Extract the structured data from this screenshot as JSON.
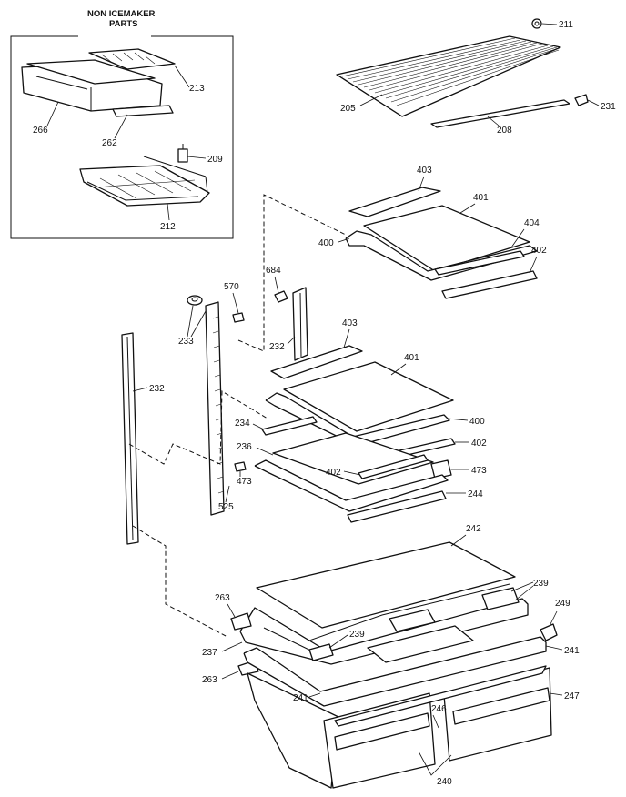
{
  "inset": {
    "title_line1": "NON ICEMAKER",
    "title_line2": "PARTS"
  },
  "labels": {
    "p211": "211",
    "p205": "205",
    "p208": "208",
    "p231": "231",
    "p213": "213",
    "p266": "266",
    "p262": "262",
    "p209": "209",
    "p212": "212",
    "p403a": "403",
    "p401a": "401",
    "p404": "404",
    "p400a": "400",
    "p402a": "402",
    "p684": "684",
    "p570": "570",
    "p233": "233",
    "p232a": "232",
    "p403b": "403",
    "p401b": "401",
    "p232b": "232",
    "p234": "234",
    "p400b": "400",
    "p236": "236",
    "p402b": "402",
    "p402c": "402",
    "p473a": "473",
    "p473b": "473",
    "p525": "525",
    "p244": "244",
    "p242": "242",
    "p239a": "239",
    "p263a": "263",
    "p249": "249",
    "p239b": "239",
    "p237": "237",
    "p241a": "241",
    "p263b": "263",
    "p247": "247",
    "p241b": "241",
    "p246": "246",
    "p240": "240"
  }
}
